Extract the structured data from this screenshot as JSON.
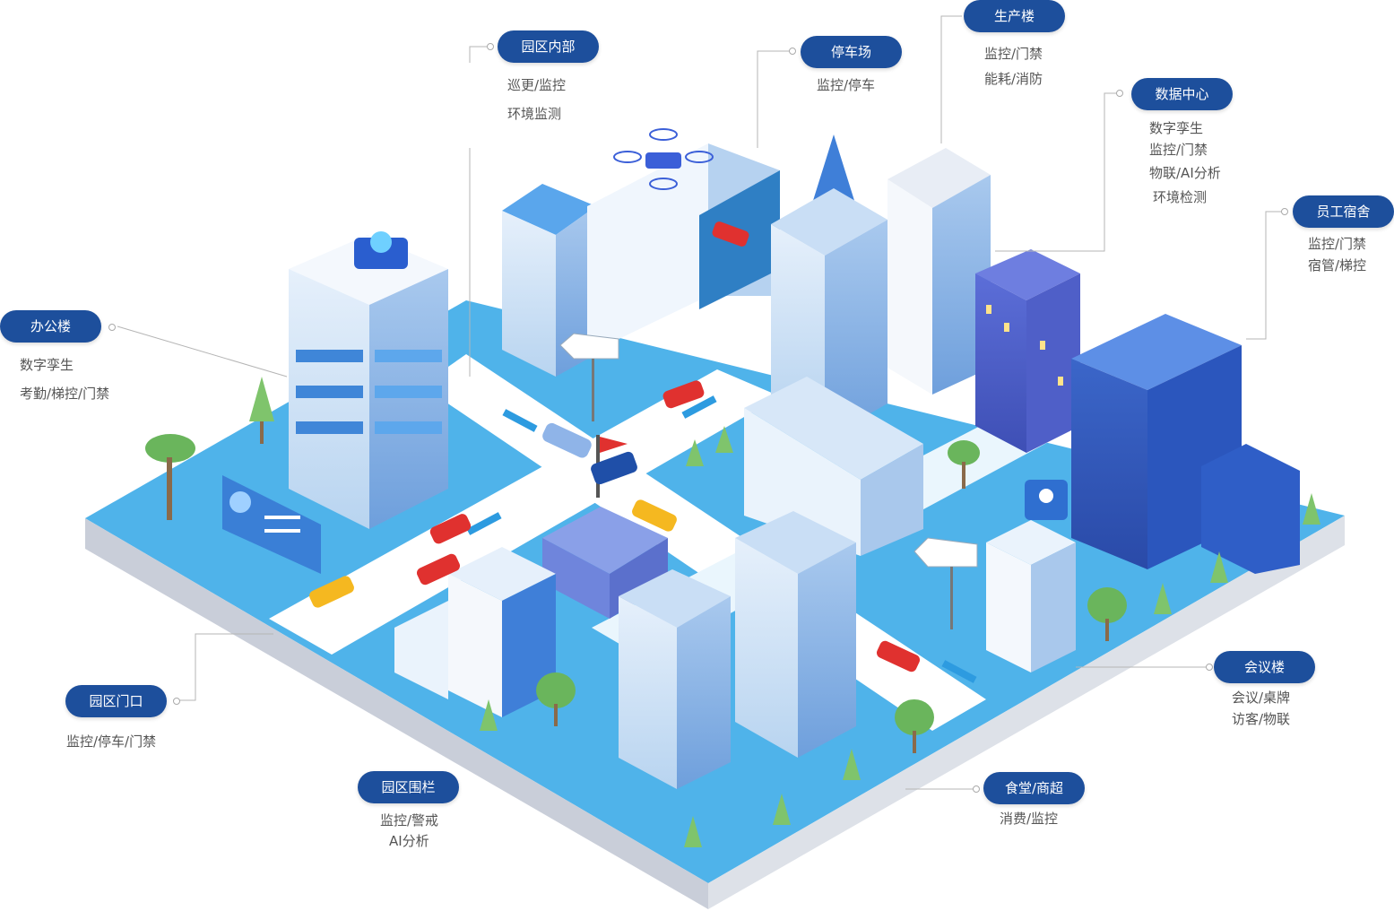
{
  "callouts": [
    {
      "id": "office",
      "label": "办公楼",
      "lines": [
        "数字孪生",
        "考勤/梯控/门禁"
      ]
    },
    {
      "id": "inner",
      "label": "园区内部",
      "lines": [
        "巡更/监控",
        "环境监测"
      ]
    },
    {
      "id": "parking",
      "label": "停车场",
      "lines": [
        "监控/停车"
      ]
    },
    {
      "id": "production",
      "label": "生产楼",
      "lines": [
        "监控/门禁",
        "能耗/消防"
      ]
    },
    {
      "id": "datacenter",
      "label": "数据中心",
      "lines": [
        "数字孪生",
        "监控/门禁",
        "物联/AI分析",
        "环境检测"
      ]
    },
    {
      "id": "dorm",
      "label": "员工宿舍",
      "lines": [
        "监控/门禁",
        "宿管/梯控"
      ]
    },
    {
      "id": "meeting",
      "label": "会议楼",
      "lines": [
        "会议/桌牌",
        "访客/物联"
      ]
    },
    {
      "id": "canteen",
      "label": "食堂/商超",
      "lines": [
        "消费/监控"
      ]
    },
    {
      "id": "fence",
      "label": "园区围栏",
      "lines": [
        "监控/警戒",
        "AI分析"
      ]
    },
    {
      "id": "gate",
      "label": "园区门口",
      "lines": [
        "监控/停车/门禁"
      ]
    }
  ],
  "colors": {
    "pill": "#1d4f9c",
    "ground": "#4fb3ea",
    "road": "#ffffff",
    "base": "#d7dbe4",
    "accent_red": "#e0312f",
    "taxi": "#f5b820"
  }
}
